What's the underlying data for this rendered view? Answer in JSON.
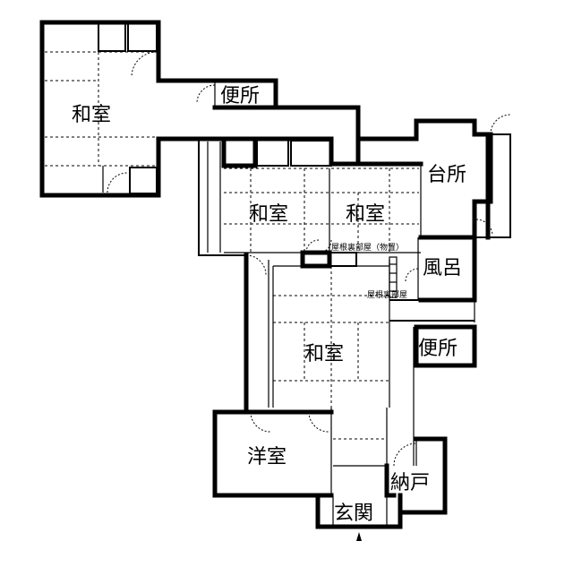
{
  "rooms": {
    "washitsu_nw": "和室",
    "benjo_top": "便所",
    "washitsu_mid_left": "和室",
    "washitsu_mid_right": "和室",
    "daidokoro": "台所",
    "furo": "風呂",
    "washitsu_center": "和室",
    "benjo_right": "便所",
    "youshitsu": "洋室",
    "nando": "納戸",
    "genkan": "玄関"
  },
  "annotations": {
    "attic_storage_label": "屋根裏部屋（物置）",
    "attic_room_label": "屋根裏部屋"
  }
}
